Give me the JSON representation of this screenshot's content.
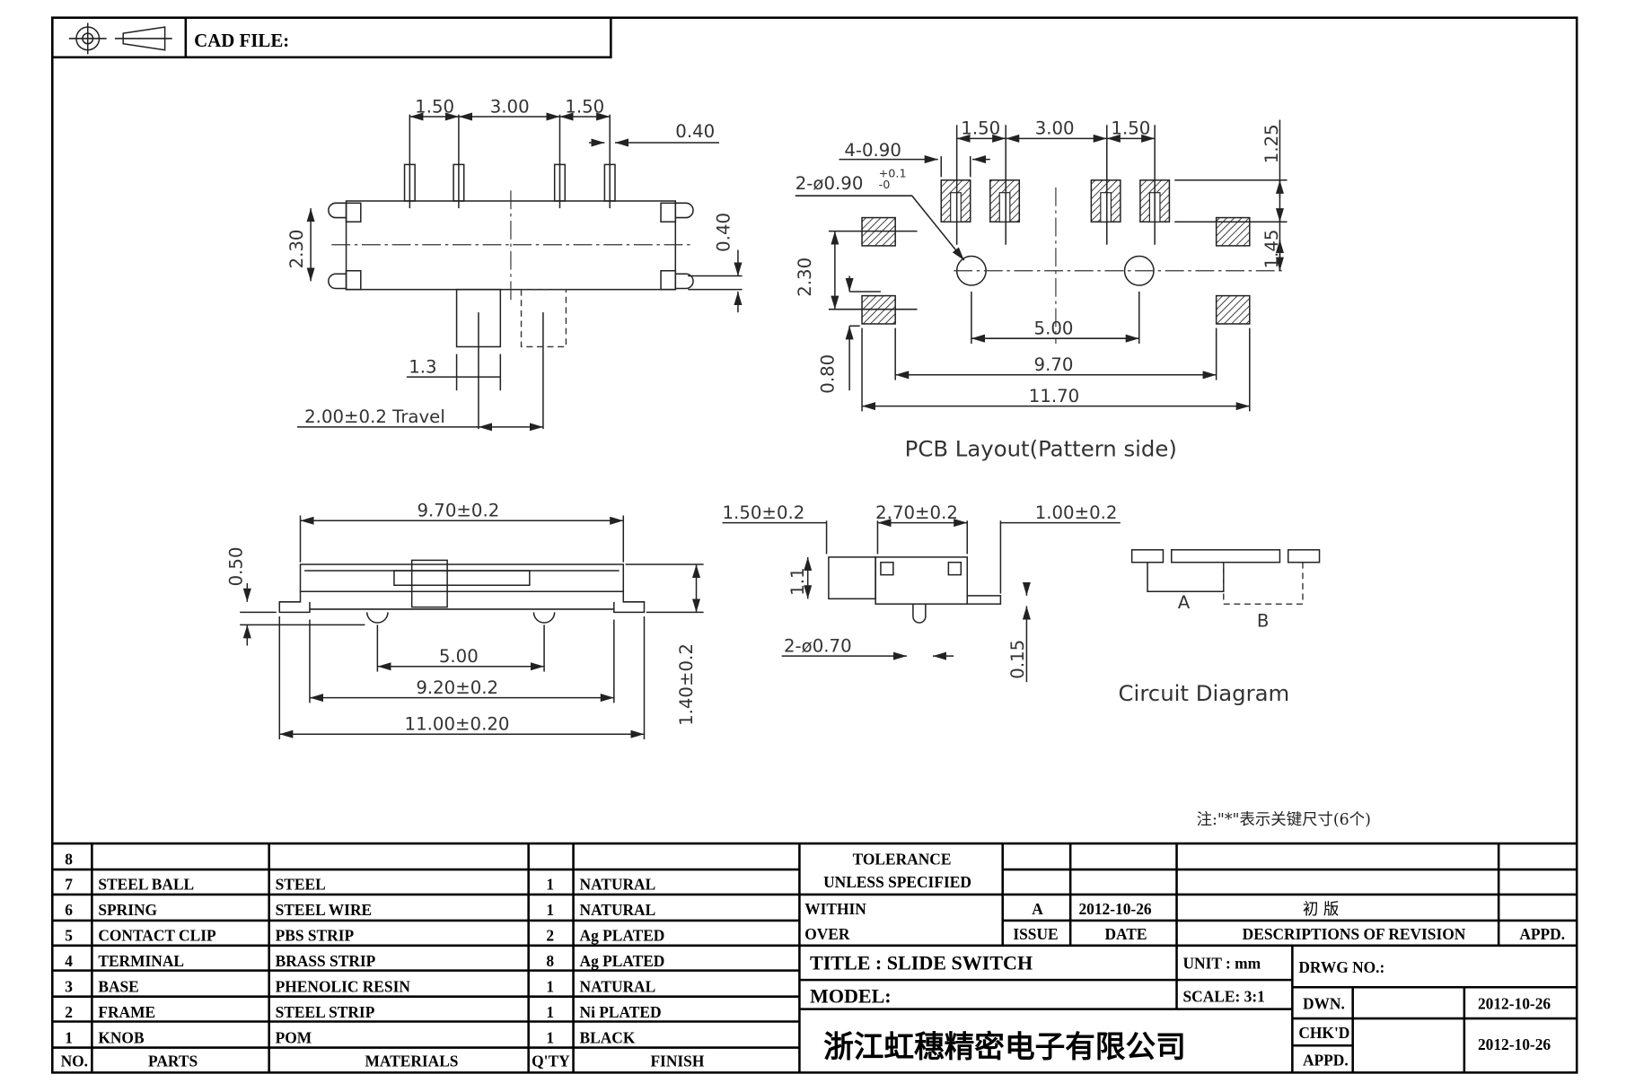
{
  "header": {
    "cad_file_label": "CAD FILE:"
  },
  "top_view": {
    "dims": [
      "1.50",
      "3.00",
      "1.50",
      "0.40",
      "2.30",
      "0.40",
      "1.3",
      "2.00±0.2 Travel"
    ]
  },
  "pcb_layout": {
    "dims": [
      "1.50",
      "3.00",
      "1.50",
      "4-0.90",
      "2-ø0.90",
      "+0.1",
      "-0",
      "1.25",
      "1.45",
      "2.30",
      "0.80",
      "5.00",
      "9.70",
      "11.70"
    ],
    "caption": "PCB Layout(Pattern side)"
  },
  "front_view": {
    "dims": [
      "9.70±0.2",
      "0.50",
      "5.00",
      "9.20±0.2",
      "11.00±0.20",
      "1.40±0.2"
    ]
  },
  "side_view": {
    "dims": [
      "1.50±0.2",
      "2.70±0.2",
      "1.00±0.2",
      "1.1",
      "2-ø0.70",
      "0.15"
    ]
  },
  "circuit": {
    "caption": "Circuit Diagram",
    "label_a": "A",
    "label_b": "B"
  },
  "note": "注:\"*\"表示关键尺寸(6个)",
  "bom": {
    "headers": [
      "NO.",
      "PARTS",
      "MATERIALS",
      "Q'TY",
      "FINISH"
    ],
    "rows": [
      [
        "8",
        "",
        "",
        "",
        ""
      ],
      [
        "7",
        "STEEL BALL",
        "STEEL",
        "1",
        "NATURAL"
      ],
      [
        "6",
        "SPRING",
        "STEEL WIRE",
        "1",
        "NATURAL"
      ],
      [
        "5",
        "CONTACT CLIP",
        "PBS STRIP",
        "2",
        "Ag PLATED"
      ],
      [
        "4",
        "TERMINAL",
        "BRASS STRIP",
        "8",
        "Ag PLATED"
      ],
      [
        "3",
        "BASE",
        "PHENOLIC RESIN",
        "1",
        "NATURAL"
      ],
      [
        "2",
        "FRAME",
        "STEEL STRIP",
        "1",
        "Ni PLATED"
      ],
      [
        "1",
        "KNOB",
        "POM",
        "1",
        "BLACK"
      ]
    ]
  },
  "revision": {
    "tolerance": "TOLERANCE",
    "unless": "UNLESS  SPECIFIED",
    "within": "WITHIN",
    "over": "OVER",
    "issue_value": "A",
    "date_value": "2012-10-26",
    "description_value": "初 版",
    "issue_label": "ISSUE",
    "date_label": "DATE",
    "description_label": "DESCRIPTIONS OF REVISION",
    "appd_label": "APPD."
  },
  "title_block": {
    "title": "TITLE : SLIDE SWITCH",
    "model": "MODEL:",
    "unit": "UNIT :  mm",
    "scale": "SCALE:  3:1",
    "drwg_no": "DRWG NO.:",
    "dwn": "DWN.",
    "chkd": "CHK'D",
    "appd": "APPD.",
    "dwn_date": "2012-10-26",
    "chk_date": "2012-10-26",
    "company": "浙江虹穗精密电子有限公司"
  }
}
